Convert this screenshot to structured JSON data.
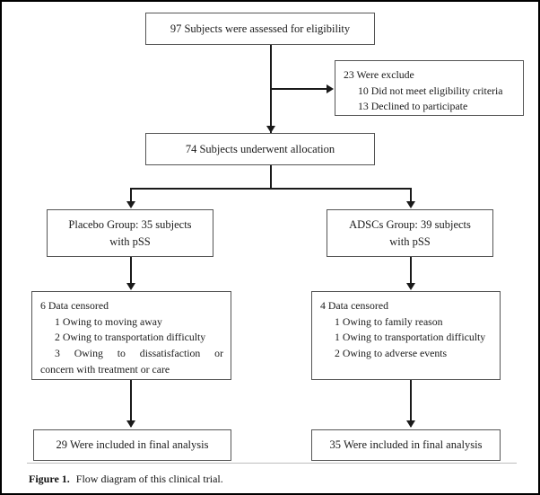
{
  "figure": {
    "label": "Figure 1.",
    "caption": "Flow diagram of this clinical trial."
  },
  "flow": {
    "assessed": {
      "text": "97 Subjects were assessed for eligibility"
    },
    "excluded": {
      "head": "23 Were exclude",
      "items": [
        "10 Did not meet eligibility criteria",
        "13 Declined to participate"
      ]
    },
    "allocation": {
      "text": "74 Subjects underwent allocation"
    },
    "placebo_group": {
      "line1": "Placebo Group: 35 subjects",
      "line2": "with pSS"
    },
    "adscs_group": {
      "line1": "ADSCs Group: 39 subjects",
      "line2": "with pSS"
    },
    "placebo_censored": {
      "head": "6 Data censored",
      "items": [
        "1 Owing to moving away",
        "2 Owing to transportation difficulty"
      ],
      "wrapped_item_lead": "3 Owing to dissatisfaction or",
      "wrapped_item_tail": "concern with treatment or care"
    },
    "adscs_censored": {
      "head": "4 Data censored",
      "items": [
        "1 Owing to family reason",
        "1 Owing to transportation difficulty",
        "2 Owing to adverse events"
      ]
    },
    "placebo_final": {
      "text": "29 Were included in final analysis"
    },
    "adscs_final": {
      "text": "35 Were included in final analysis"
    }
  },
  "chart_data": {
    "type": "diagram",
    "title": "Flow diagram of this clinical trial.",
    "nodes": [
      {
        "id": "assessed",
        "label": "97 Subjects were assessed for eligibility",
        "n": 97
      },
      {
        "id": "excluded",
        "label": "23 Were exclude",
        "n": 23
      },
      {
        "id": "excluded_criteria",
        "label": "10 Did not meet eligibility criteria",
        "n": 10
      },
      {
        "id": "excluded_declined",
        "label": "13 Declined to participate",
        "n": 13
      },
      {
        "id": "allocation",
        "label": "74 Subjects underwent allocation",
        "n": 74
      },
      {
        "id": "placebo_group",
        "label": "Placebo Group: 35 subjects with pSS",
        "n": 35
      },
      {
        "id": "adscs_group",
        "label": "ADSCs Group: 39 subjects with pSS",
        "n": 39
      },
      {
        "id": "placebo_censored",
        "label": "6 Data censored",
        "n": 6
      },
      {
        "id": "adscs_censored",
        "label": "4 Data censored",
        "n": 4
      },
      {
        "id": "placebo_final",
        "label": "29 Were included in final analysis",
        "n": 29
      },
      {
        "id": "adscs_final",
        "label": "35 Were included in final analysis",
        "n": 35
      }
    ],
    "edges": [
      {
        "from": "assessed",
        "to": "excluded"
      },
      {
        "from": "assessed",
        "to": "allocation"
      },
      {
        "from": "allocation",
        "to": "placebo_group"
      },
      {
        "from": "allocation",
        "to": "adscs_group"
      },
      {
        "from": "placebo_group",
        "to": "placebo_censored"
      },
      {
        "from": "adscs_group",
        "to": "adscs_censored"
      },
      {
        "from": "placebo_censored",
        "to": "placebo_final"
      },
      {
        "from": "adscs_censored",
        "to": "adscs_final"
      }
    ]
  }
}
